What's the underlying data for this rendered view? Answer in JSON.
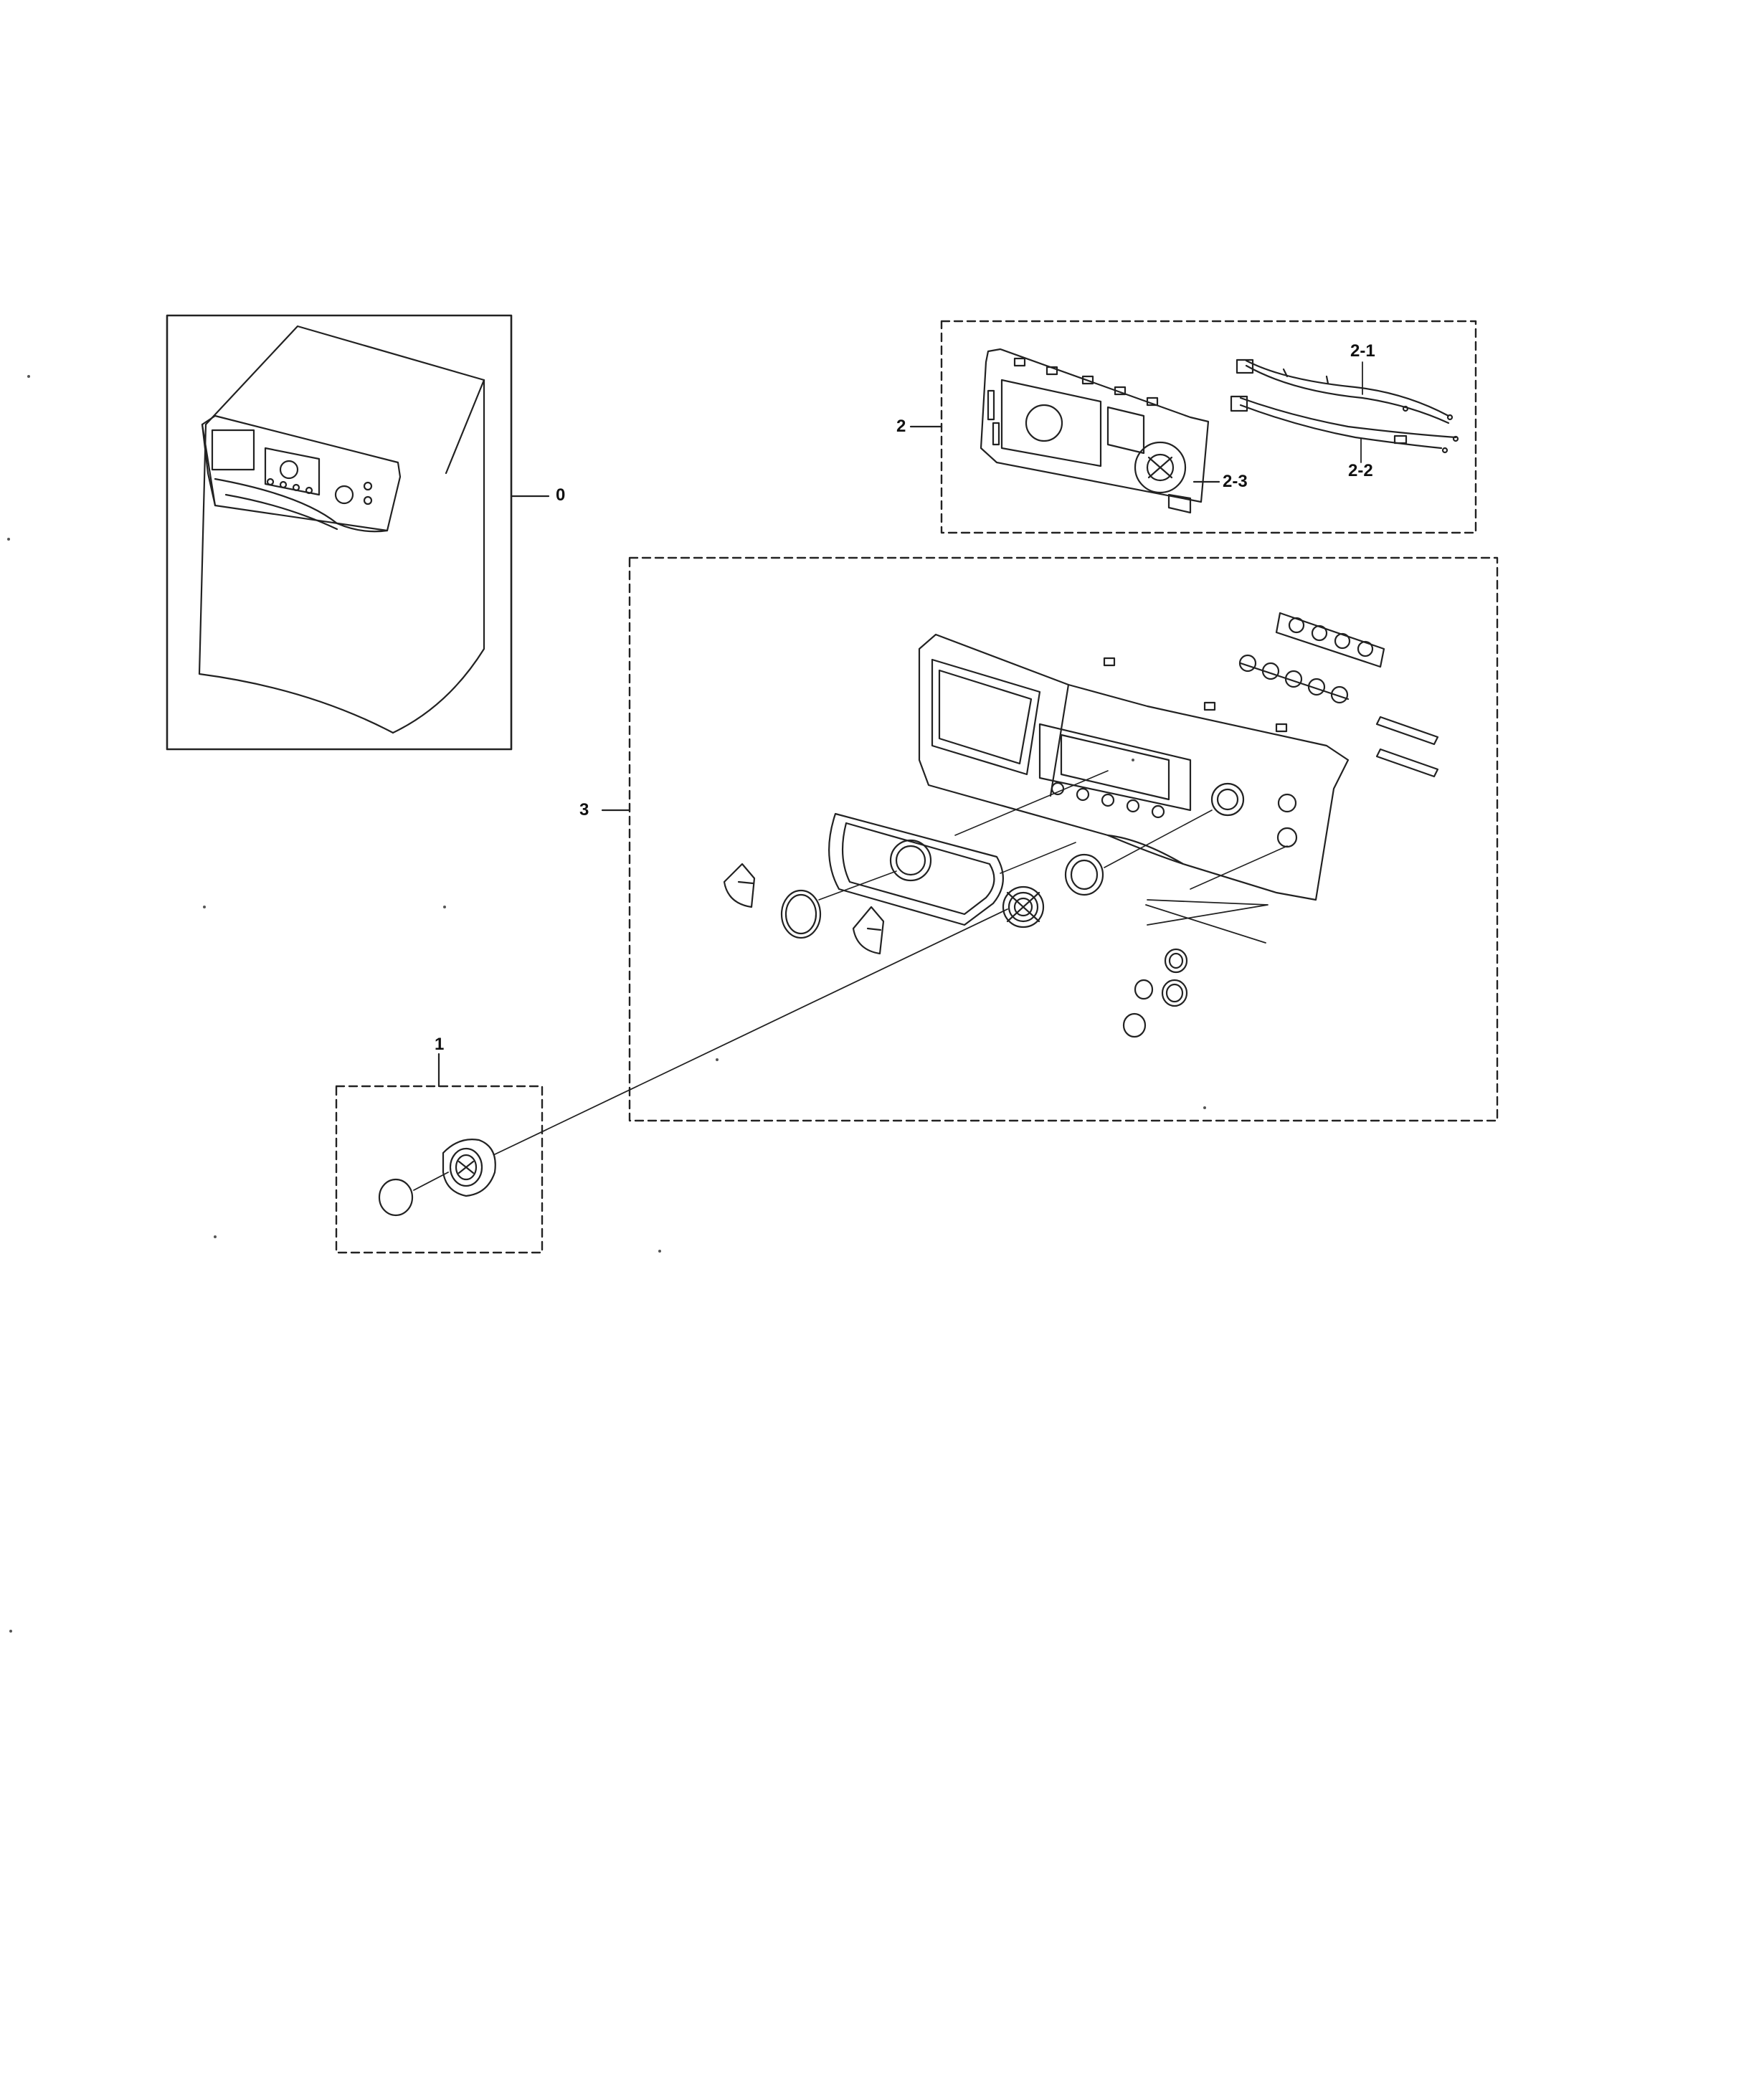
{
  "callouts": {
    "part_0": "0",
    "part_1": "1",
    "part_2": "2",
    "part_2_1": "2-1",
    "part_2_2": "2-2",
    "part_2_3": "2-3",
    "part_3": "3"
  },
  "colors": {
    "line": "#222222",
    "background": "#ffffff"
  }
}
